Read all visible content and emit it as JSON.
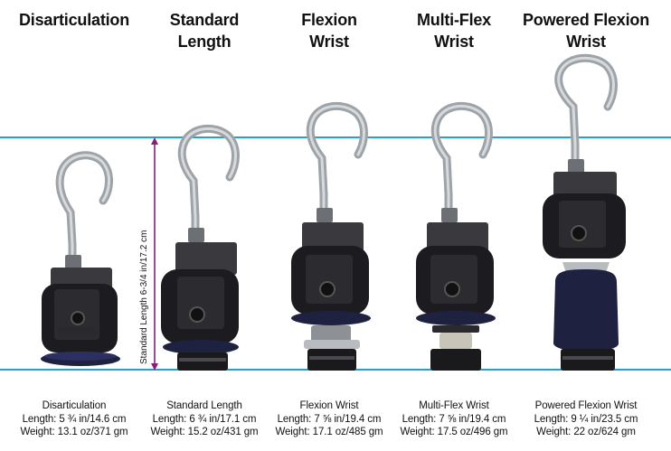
{
  "dimension_label": "Standard Length 6-3/4 in/17.2 cm",
  "colors": {
    "reference_line": "#22a0d8",
    "dimension_arrow": "#8a1c7c",
    "body": "#1c1c20",
    "hook": "#a8acb0",
    "base": "#1e2140"
  },
  "products": [
    {
      "title": [
        "Disarticulation"
      ],
      "name": "Disarticulation",
      "length": "Length: 5 ¾ in/14.6 cm",
      "weight": "Weight: 13.1 oz/371 gm"
    },
    {
      "title": [
        "Standard",
        "Length"
      ],
      "name": "Standard Length",
      "length": "Length: 6 ¾ in/17.1 cm",
      "weight": "Weight: 15.2 oz/431 gm"
    },
    {
      "title": [
        "Flexion",
        "Wrist"
      ],
      "name": "Flexion Wrist",
      "length": "Length: 7 ⅝ in/19.4 cm",
      "weight": "Weight: 17.1 oz/485 gm"
    },
    {
      "title": [
        "Multi-Flex",
        "Wrist"
      ],
      "name": "Multi-Flex Wrist",
      "length": "Length: 7 ⅝ in/19.4 cm",
      "weight": "Weight: 17.5 oz/496 gm"
    },
    {
      "title": [
        "Powered Flexion",
        "Wrist"
      ],
      "name": "Powered Flexion Wrist",
      "length": "Length: 9 ¼ in/23.5 cm",
      "weight": "Weight: 22 oz/624 gm"
    }
  ]
}
